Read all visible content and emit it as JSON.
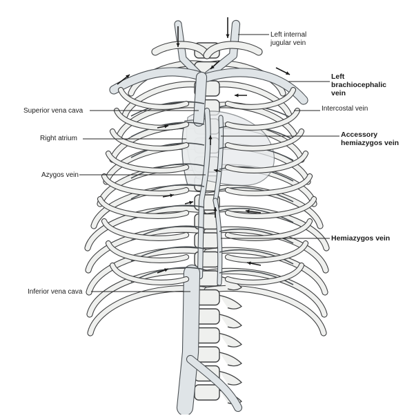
{
  "colors": {
    "vein_fill": "#dfe4e7",
    "vein_stroke": "#4a4f53",
    "bone_fill": "#eff0ee",
    "bone_stroke": "#3e3f40",
    "heart_fill": "#e6e9eb",
    "arrow": "#1a1a1a"
  },
  "labels": {
    "left_internal_jugular": "Left internal\njugular vein",
    "left_brachiocephalic": "Left\nbrachiocephalic\nvein",
    "intercostal": "Intercostal vein",
    "accessory_hemiazygos": "Accessory\nhemiazygos vein",
    "hemiazygos": "Hemiazygos vein",
    "superior_vena_cava": "Superior vena cava",
    "right_atrium": "Right atrium",
    "azygos": "Azygos vein",
    "inferior_vena_cava": "Inferior vena cava"
  },
  "icons": [
    "flow-arrow-icon"
  ]
}
